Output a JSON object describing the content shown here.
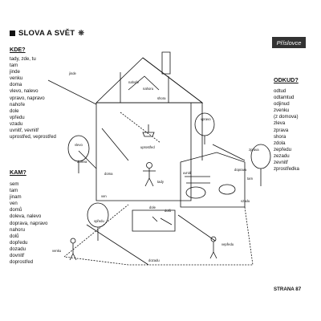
{
  "page": {
    "title": "SLOVA A SVĚT",
    "section_badge": "Příslovce",
    "footer": "STRANA 87"
  },
  "kde": {
    "heading": "KDE?",
    "items": [
      "tady, zde, tu",
      "tam",
      "jinde",
      "venku",
      "doma",
      "vlevo, nalevo",
      "vpravo, napravo",
      "nahoře",
      "dole",
      "vpředu",
      "vzadu",
      "uvnitř, vevnitř",
      "uprostřed, veprostřed"
    ]
  },
  "kam": {
    "heading": "KAM?",
    "items": [
      "sem",
      "tam",
      "jinam",
      "ven",
      "domů",
      "doleva, nalevo",
      "doprava, napravo",
      "nahoru",
      "dolů",
      "dopředu",
      "dozadu",
      "dovnitř",
      "doprostřed"
    ]
  },
  "odkud": {
    "heading": "ODKUD?",
    "items": [
      "odtud",
      "odtamtud",
      "odjinud",
      "zvenku",
      "(z domova)",
      "zleva",
      "zprava",
      "shora",
      "zdola",
      "zepředu",
      "zezadu",
      "zevnitř",
      "zprostředka"
    ]
  },
  "illustration": {
    "labels": {
      "jinde": "jinde",
      "nahoře": "nahoře",
      "nahoru": "nahoru",
      "shora": "shora",
      "uprostřed": "uprostřed",
      "vpravo": "vpravo",
      "vlevo": "vlevo",
      "doleva": "doleva",
      "doma": "doma",
      "ven": "ven",
      "tady": "tady",
      "uvnitř": "uvnitř",
      "doprava": "doprava",
      "tam": "tam",
      "zprava": "zprava",
      "dole": "dole",
      "dolů": "dolů",
      "vzadu": "vzadu",
      "vpředu": "vpředu",
      "venku": "venku",
      "vepředu": "vepředu",
      "dozadu": "dozadu"
    }
  }
}
